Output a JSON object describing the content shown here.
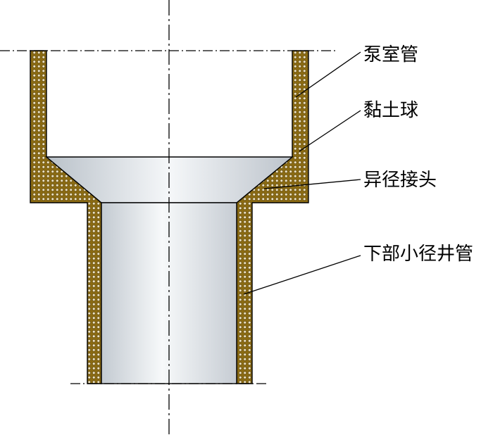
{
  "labels": {
    "pump_chamber_pipe": "泵室管",
    "clay_ball": "黏土球",
    "reducer_joint": "异径接头",
    "lower_small_well_pipe": "下部小径井管"
  },
  "colors": {
    "clay_fill": "#8a6a12",
    "clay_dots": "#efe3c0",
    "pipe_light": "#f4f6f8",
    "pipe_shade": "#c4cbd2",
    "outline": "#000000"
  }
}
